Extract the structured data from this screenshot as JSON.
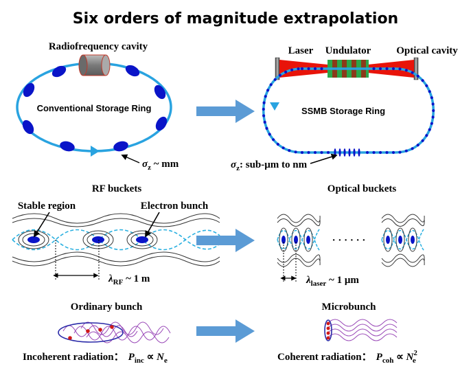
{
  "title": "Six orders of magnitude extrapolation",
  "top_left": {
    "rf_cavity_label": "Radiofrequency cavity",
    "ring_label": "Conventional Storage Ring",
    "sigma_sym": "σ",
    "sigma_sub": "z",
    "sigma_value": " ~ mm"
  },
  "top_right": {
    "laser_label": "Laser",
    "undulator_label": "Undulator",
    "optical_cavity_label": "Optical cavity",
    "ring_label": "SSMB Storage Ring",
    "sigma_sym": "σ",
    "sigma_sub": "z",
    "sigma_value": ": sub-μm to nm"
  },
  "middle_left": {
    "heading": "RF buckets",
    "stable_region_label": "Stable region",
    "electron_bunch_label": "Electron bunch",
    "lambda_sym": "λ",
    "lambda_sub": "RF",
    "lambda_value": " ~ 1 m"
  },
  "middle_right": {
    "heading": "Optical buckets",
    "ellipsis": "· · · · · ·",
    "lambda_sym": "λ",
    "lambda_sub": "laser",
    "lambda_value": " ~ 1 μm"
  },
  "bottom_left": {
    "heading": "Ordinary bunch",
    "radiation_label": "Incoherent radiation：",
    "formula_sym": "P",
    "formula_sub": "inc",
    "formula_rel": " ∝ ",
    "formula_N": "N",
    "formula_N_sub": "e"
  },
  "bottom_right": {
    "heading": "Microbunch",
    "radiation_label": "Coherent radiation：",
    "formula_sym": "P",
    "formula_sub": "coh",
    "formula_rel": " ∝ ",
    "formula_N": "N",
    "formula_N_sub": "e",
    "formula_N_sup": "2"
  },
  "colors": {
    "ring": "#29a3e0",
    "bunch": "#0a14c8",
    "arrow": "#5b9bd5",
    "laser": "#e8140a",
    "undulator_green": "#2aa84a",
    "undulator_brown": "#8b3a1a",
    "dashed": "#2ab0e0",
    "wave": "#9a4ab8",
    "ellipse_red": "#d01818"
  }
}
